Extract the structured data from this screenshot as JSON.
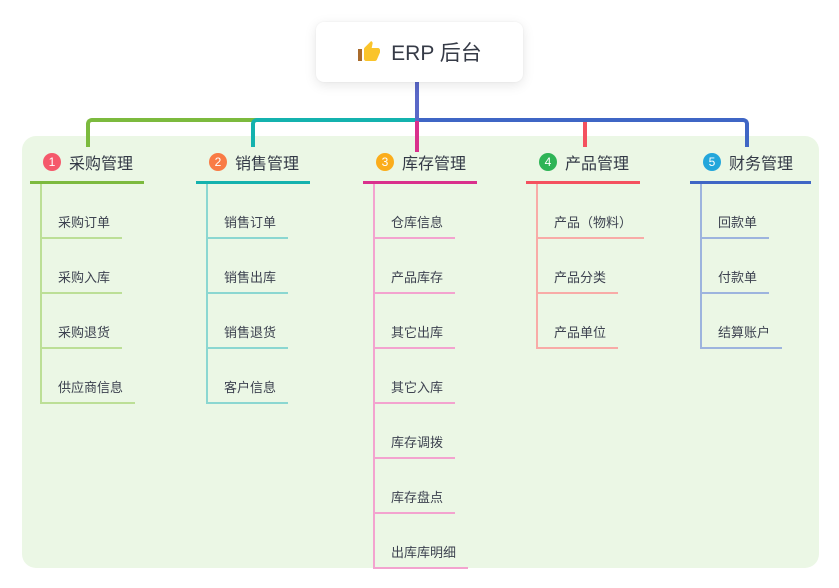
{
  "canvas": {
    "background": "#EBF7E5"
  },
  "root": {
    "label": "ERP 后台",
    "icon": "thumbs-up-icon",
    "line_color": "#5A68C8"
  },
  "branches": [
    {
      "index": "1",
      "label": "采购管理",
      "badge_color": "#F5596B",
      "line_color": "#7CBA3E",
      "child_line_color": "#BCDF96",
      "children": [
        "采购订单",
        "采购入库",
        "采购退货",
        "供应商信息"
      ]
    },
    {
      "index": "2",
      "label": "销售管理",
      "badge_color": "#F97B45",
      "line_color": "#14B2AE",
      "child_line_color": "#8BD7D1",
      "children": [
        "销售订单",
        "销售出库",
        "销售退货",
        "客户信息"
      ]
    },
    {
      "index": "3",
      "label": "库存管理",
      "badge_color": "#FBAD1B",
      "line_color": "#D9308C",
      "child_line_color": "#F3A3CF",
      "children": [
        "仓库信息",
        "产品库存",
        "其它出库",
        "其它入库",
        "库存调拨",
        "库存盘点",
        "出库库明细"
      ]
    },
    {
      "index": "4",
      "label": "产品管理",
      "badge_color": "#2EB456",
      "line_color": "#F4515F",
      "child_line_color": "#F8ABA7",
      "children": [
        "产品（物料）",
        "产品分类",
        "产品单位"
      ]
    },
    {
      "index": "5",
      "label": "财务管理",
      "badge_color": "#23A6DB",
      "line_color": "#3F66C5",
      "child_line_color": "#9DB4DE",
      "children": [
        "回款单",
        "付款单",
        "结算账户"
      ]
    }
  ]
}
